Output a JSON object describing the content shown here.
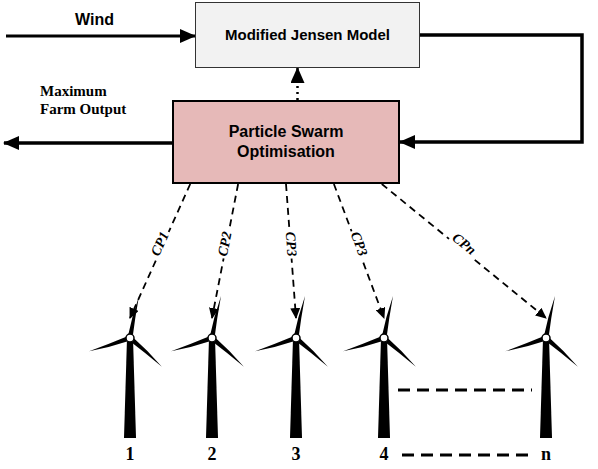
{
  "diagram": {
    "nodes": [
      {
        "text": [
          "Modified Jensen Model"
        ]
      },
      {
        "text": [
          "Particle Swarm Optimisation"
        ]
      },
      {
        "text": [
          "1"
        ]
      },
      {
        "text": [
          "2"
        ]
      },
      {
        "text": [
          "3"
        ]
      },
      {
        "text": [
          "4"
        ]
      },
      {
        "text": [
          "n"
        ]
      }
    ],
    "edges": [
      {
        "from": 0,
        "to": 1,
        "arrow": "to"
      },
      {
        "from": 1,
        "to": 0,
        "arrow": "to"
      },
      {
        "from": 1,
        "to": 2,
        "label": "CP1",
        "arrow": "to"
      },
      {
        "from": 1,
        "to": 3,
        "label": "CP2",
        "arrow": "to"
      },
      {
        "from": 1,
        "to": 4,
        "label": "CP3",
        "arrow": "to"
      },
      {
        "from": 1,
        "to": 5,
        "label": "CP3",
        "arrow": "to"
      },
      {
        "from": 1,
        "to": 6,
        "label": "CPn",
        "arrow": "to"
      }
    ],
    "labels": [
      "Wind",
      "Maximum Farm Output"
    ]
  }
}
